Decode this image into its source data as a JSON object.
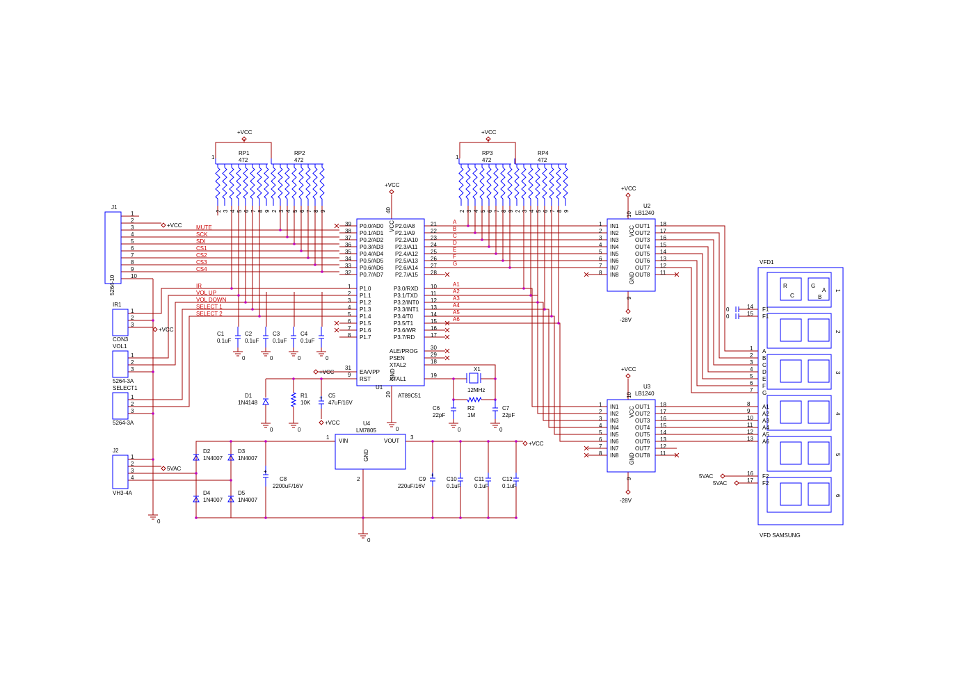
{
  "power": {
    "vcc": "+VCC",
    "gnd": "0",
    "neg": "-28V",
    "vac": "5VAC"
  },
  "rp": [
    {
      "ref": "RP1",
      "val": "472",
      "pins": [
        "1",
        "2",
        "3",
        "4",
        "5",
        "6",
        "7",
        "8",
        "9"
      ]
    },
    {
      "ref": "RP2",
      "val": "472",
      "pins": [
        "1",
        "2",
        "3",
        "4",
        "5",
        "6",
        "7",
        "8",
        "9"
      ]
    },
    {
      "ref": "RP3",
      "val": "472",
      "pins": [
        "1",
        "2",
        "3",
        "4",
        "5",
        "6",
        "7",
        "8",
        "9"
      ]
    },
    {
      "ref": "RP4",
      "val": "472",
      "pins": [
        "1",
        "2",
        "3",
        "4",
        "5",
        "6",
        "7",
        "8",
        "9"
      ]
    }
  ],
  "j1": {
    "ref": "J1",
    "part": "5264-10",
    "pins": [
      "1",
      "2",
      "3",
      "4",
      "5",
      "6",
      "7",
      "8",
      "9",
      "10"
    ]
  },
  "ir1": {
    "ref": "IR1",
    "part": "CON3",
    "pins": [
      "1",
      "2",
      "3"
    ]
  },
  "vol1": {
    "ref": "VOL1",
    "part": "5264-3A",
    "pins": [
      "1",
      "2",
      "3"
    ]
  },
  "select1": {
    "ref": "SELECT1",
    "part": "5264-3A",
    "pins": [
      "1",
      "2",
      "3"
    ]
  },
  "j2": {
    "ref": "J2",
    "part": "VH3-4A",
    "pins": [
      "1",
      "2",
      "3",
      "4"
    ]
  },
  "nets_j1": [
    "MUTE",
    "SCK",
    "SDI",
    "CS1",
    "CS2",
    "CS3",
    "CS4"
  ],
  "nets_p1": [
    "IR",
    "VOL UP",
    "VOL DOWN",
    "SELECT 1",
    "SELECT 2"
  ],
  "u1": {
    "ref": "U1",
    "part": "AT89C51",
    "p0": [
      "P0.0/AD0",
      "P0.1/AD1",
      "P0.2/AD2",
      "P0.3/AD3",
      "P0.4/AD4",
      "P0.5/AD5",
      "P0.6/AD6",
      "P0.7/AD7"
    ],
    "p0n": [
      "39",
      "38",
      "37",
      "36",
      "35",
      "34",
      "33",
      "32"
    ],
    "p1": [
      "P1.0",
      "P1.1",
      "P1.2",
      "P1.3",
      "P1.4",
      "P1.5",
      "P1.6",
      "P1.7"
    ],
    "p1n": [
      "1",
      "2",
      "3",
      "4",
      "5",
      "6",
      "7",
      "8"
    ],
    "ea": "EA/VPP",
    "ean": "31",
    "rst": "RST",
    "rstn": "9",
    "p2": [
      "P2.0/A8",
      "P2.1/A9",
      "P2.2/A10",
      "P2.3/A11",
      "P2.4/A12",
      "P2.5/A13",
      "P2.6/A14",
      "P2.7/A15"
    ],
    "p2n": [
      "21",
      "22",
      "23",
      "24",
      "25",
      "26",
      "27",
      "28"
    ],
    "p2net": [
      "A",
      "B",
      "C",
      "D",
      "E",
      "F",
      "G"
    ],
    "p3": [
      "P3.0/RXD",
      "P3.1/TXD",
      "P3.2/INT0",
      "P3.3/INT1",
      "P3.4/T0",
      "P3.5/T1",
      "P3.6/WR",
      "P3.7/RD"
    ],
    "p3n": [
      "10",
      "11",
      "12",
      "13",
      "14",
      "15",
      "16",
      "17"
    ],
    "p3net": [
      "A1",
      "A2",
      "A3",
      "A4",
      "A5",
      "A6"
    ],
    "ctl": [
      "ALE/PROG",
      "PSEN",
      "XTAL2",
      "XTAL1"
    ],
    "ctln": [
      "30",
      "29",
      "18",
      "19"
    ],
    "vccl": "VCC",
    "vccn": "40",
    "gndl": "GND",
    "gndn": "20"
  },
  "caps": [
    {
      "ref": "C1",
      "val": "0.1uF"
    },
    {
      "ref": "C2",
      "val": "0.1uF"
    },
    {
      "ref": "C3",
      "val": "0.1uF"
    },
    {
      "ref": "C4",
      "val": "0.1uF"
    },
    {
      "ref": "C5",
      "val": "47uF/16V"
    },
    {
      "ref": "C6",
      "val": "22pF"
    },
    {
      "ref": "C7",
      "val": "22pF"
    },
    {
      "ref": "C8",
      "val": "2200uF/16V"
    },
    {
      "ref": "C9",
      "val": "220uF/16V"
    },
    {
      "ref": "C10",
      "val": "0.1uF"
    },
    {
      "ref": "C11",
      "val": "0.1uF"
    },
    {
      "ref": "C12",
      "val": "0.1uF"
    }
  ],
  "d1": {
    "ref": "D1",
    "val": "1N4148"
  },
  "r1": {
    "ref": "R1",
    "val": "10K"
  },
  "r2": {
    "ref": "R2",
    "val": "1M"
  },
  "x1": {
    "ref": "X1",
    "val": "12MHz"
  },
  "bridge": [
    {
      "ref": "D2",
      "val": "1N4007"
    },
    {
      "ref": "D3",
      "val": "1N4007"
    },
    {
      "ref": "D4",
      "val": "1N4007"
    },
    {
      "ref": "D5",
      "val": "1N4007"
    }
  ],
  "u4": {
    "ref": "U4",
    "part": "LM7805",
    "vin": "VIN",
    "vout": "VOUT",
    "gnd": "GND",
    "p1": "1",
    "p2": "2",
    "p3": "3"
  },
  "drivers": [
    {
      "ref": "U2",
      "part": "LB1240"
    },
    {
      "ref": "U3",
      "part": "LB1240"
    }
  ],
  "drv": {
    "in": [
      "IN1",
      "IN2",
      "IN3",
      "IN4",
      "IN5",
      "IN6",
      "IN7",
      "IN8"
    ],
    "inn": [
      "1",
      "2",
      "3",
      "4",
      "5",
      "6",
      "7",
      "8"
    ],
    "out": [
      "OUT1",
      "OUT2",
      "OUT3",
      "OUT4",
      "OUT5",
      "OUT6",
      "OUT7",
      "OUT8"
    ],
    "outn": [
      "18",
      "17",
      "16",
      "15",
      "14",
      "13",
      "12",
      "11"
    ],
    "vccl": "VCC",
    "vccn": "10",
    "gndl": "GND",
    "gndn": "9"
  },
  "vfd": {
    "ref": "VFD1",
    "part": "VFD SAMSUNG",
    "f1": [
      {
        "n": "14",
        "l": "F1"
      },
      {
        "n": "15",
        "l": "F1"
      }
    ],
    "seg": [
      {
        "n": "1",
        "l": "A"
      },
      {
        "n": "2",
        "l": "B"
      },
      {
        "n": "3",
        "l": "C"
      },
      {
        "n": "4",
        "l": "D"
      },
      {
        "n": "5",
        "l": "E"
      },
      {
        "n": "6",
        "l": "F"
      },
      {
        "n": "7",
        "l": "G"
      }
    ],
    "grid": [
      {
        "n": "8",
        "l": "A1"
      },
      {
        "n": "9",
        "l": "A2"
      },
      {
        "n": "10",
        "l": "A3"
      },
      {
        "n": "11",
        "l": "A4"
      },
      {
        "n": "12",
        "l": "A5"
      },
      {
        "n": "13",
        "l": "A6"
      }
    ],
    "f2": [
      {
        "n": "16",
        "l": "F2"
      },
      {
        "n": "17",
        "l": "F2"
      }
    ],
    "digits": [
      "1",
      "2",
      "3",
      "4",
      "5",
      "6"
    ],
    "icon_letters": [
      "R",
      "C",
      "G",
      "A",
      "B"
    ]
  }
}
